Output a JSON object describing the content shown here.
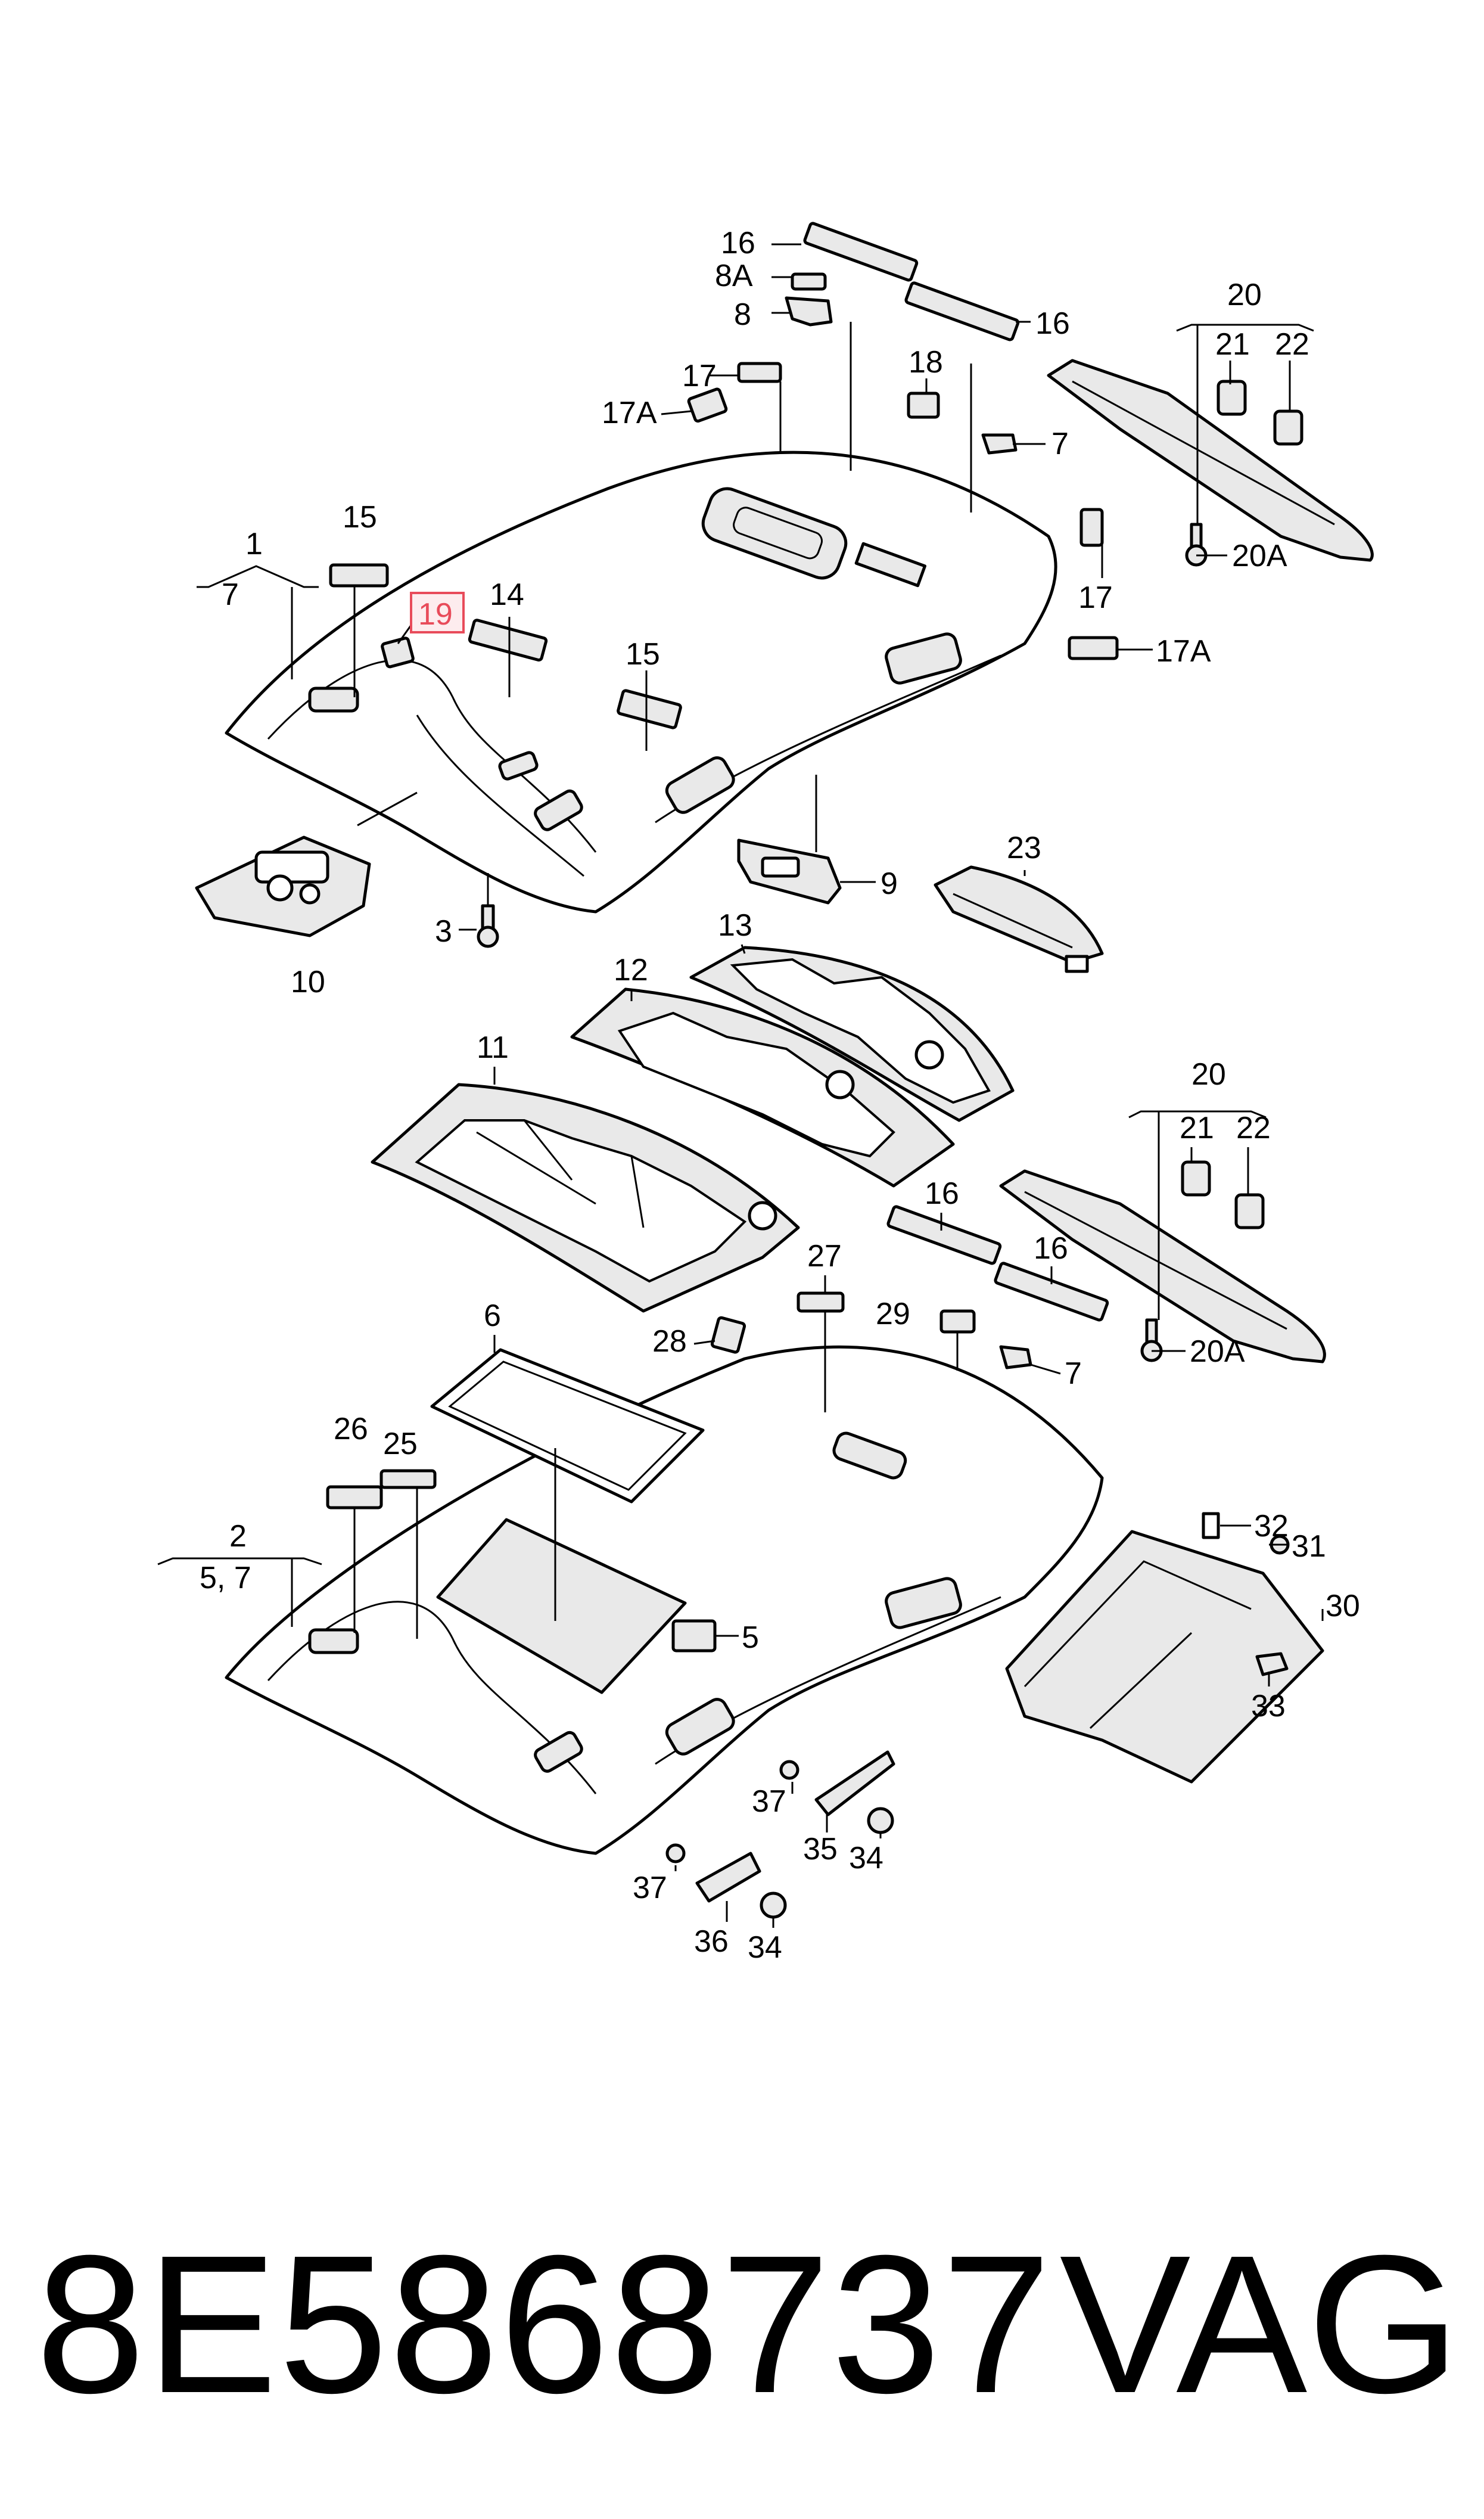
{
  "callouts": {
    "c1": "1",
    "c7a": "7",
    "c15a": "15",
    "c19": "19",
    "c14": "14",
    "c15b": "15",
    "c16a": "16",
    "c8A": "8A",
    "c8": "8",
    "c16b": "16",
    "c17a": "17",
    "c17Aa": "17A",
    "c18": "18",
    "c7b": "7",
    "c17b": "17",
    "c17Ab": "17A",
    "c9": "9",
    "c3": "3",
    "c10": "10",
    "c20a": "20",
    "c21a": "21",
    "c22a": "22",
    "c20Aa": "20A",
    "c23": "23",
    "c13": "13",
    "c12": "12",
    "c11": "11",
    "c20b": "20",
    "c21b": "21",
    "c22b": "22",
    "c20Ab": "20A",
    "c16c": "16",
    "c16d": "16",
    "c27": "27",
    "c29": "29",
    "c7c": "7",
    "c28": "28",
    "c6": "6",
    "c26": "26",
    "c25": "25",
    "c2": "2",
    "c57": "5, 7",
    "c5": "5",
    "c32": "32",
    "c31": "31",
    "c30": "30",
    "c33": "33",
    "c37a": "37",
    "c35": "35",
    "c34a": "34",
    "c37b": "37",
    "c36": "36",
    "c34b": "34"
  },
  "footer": {
    "part_number": "8E5868737",
    "brand": "VAG"
  },
  "colors": {
    "line": "#000000",
    "highlight": "#e84b5a",
    "highlight_fill": "#fdecee"
  }
}
